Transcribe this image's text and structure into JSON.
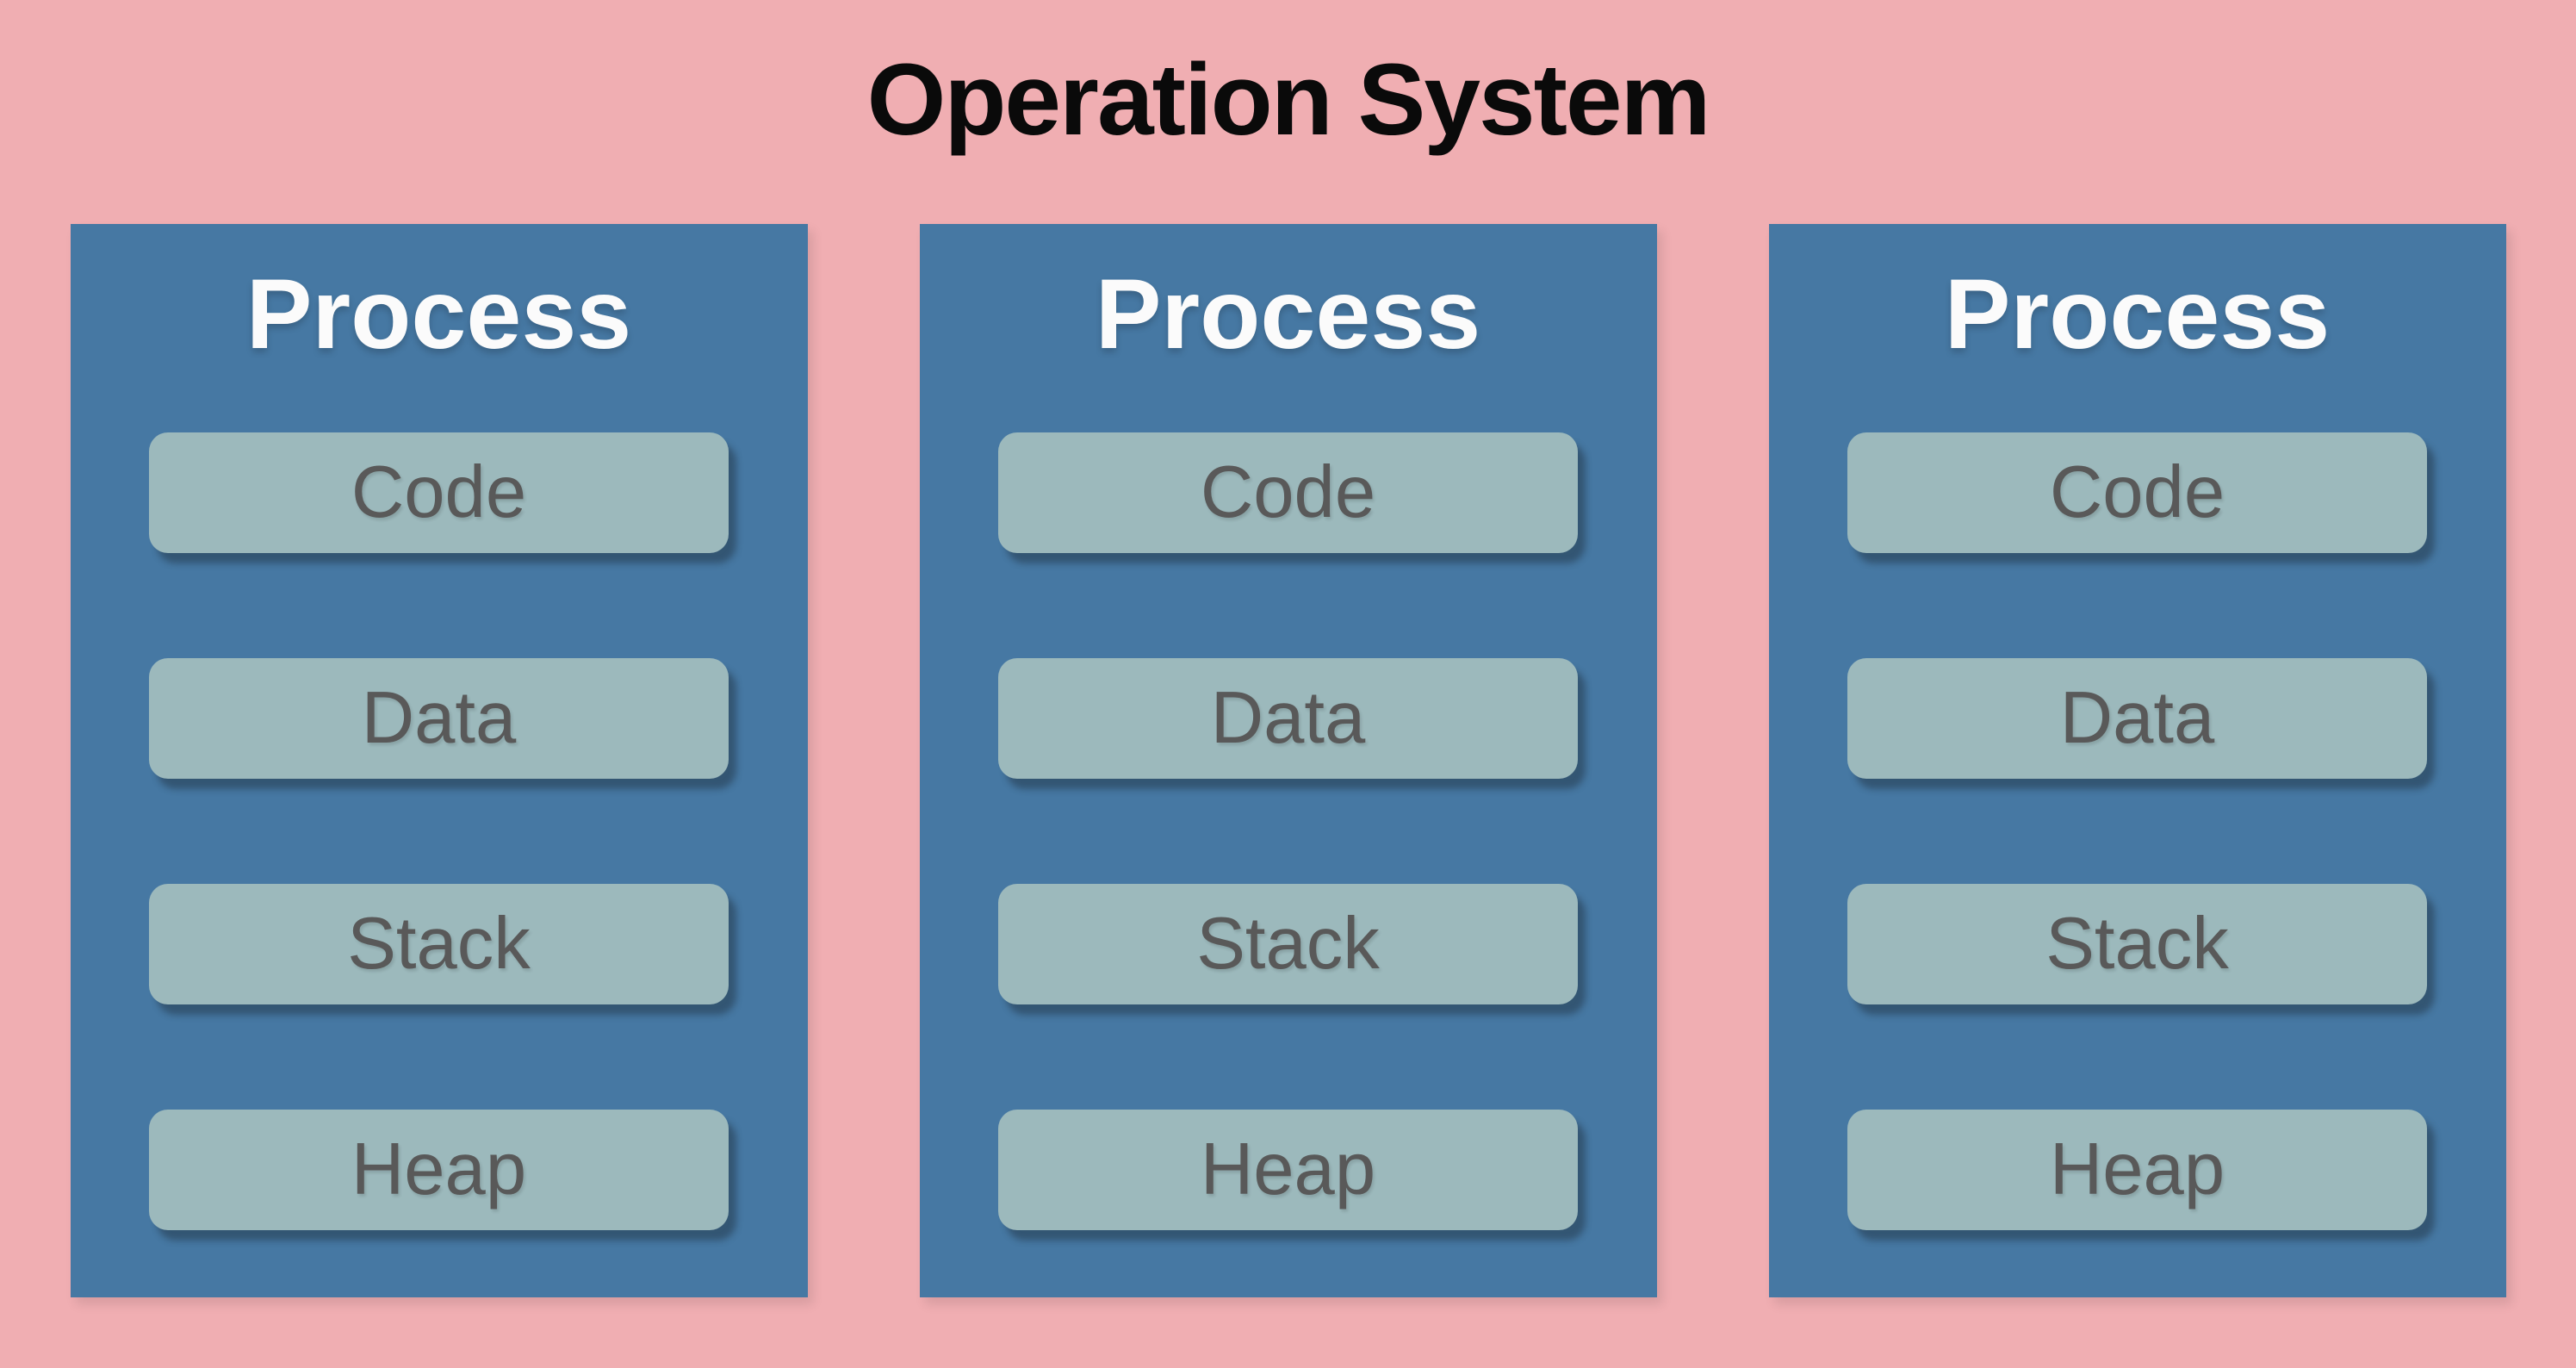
{
  "title": "Operation System",
  "processes": [
    {
      "label": "Process",
      "segments": [
        "Code",
        "Data",
        "Stack",
        "Heap"
      ]
    },
    {
      "label": "Process",
      "segments": [
        "Code",
        "Data",
        "Stack",
        "Heap"
      ]
    },
    {
      "label": "Process",
      "segments": [
        "Code",
        "Data",
        "Stack",
        "Heap"
      ]
    }
  ],
  "colors": {
    "background": "#f0aeb2",
    "process_card": "#4678a3",
    "segment_fill": "#9cb9bc",
    "segment_text": "#595959",
    "title_text": "#0a0a0a",
    "process_label_text": "#fbfbfb"
  }
}
